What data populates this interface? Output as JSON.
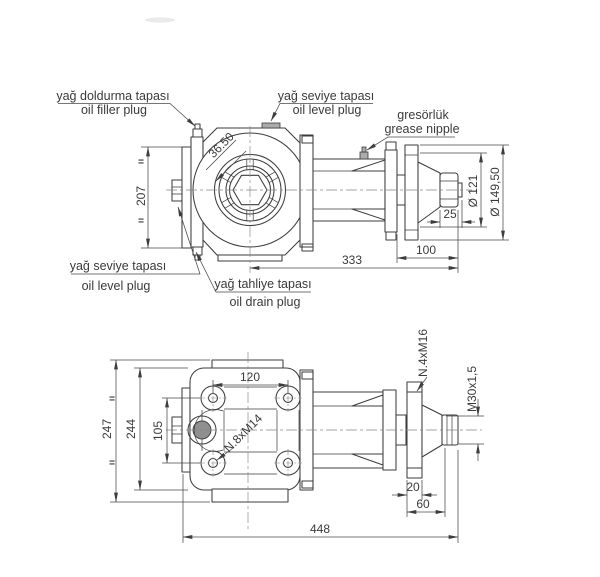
{
  "colors": {
    "line": "#3d3d3d",
    "text": "#3a3a3a",
    "plug_gray": "#ababab"
  },
  "top_view": {
    "labels": {
      "oil_filler_tr": "yağ doldurma tapası",
      "oil_filler_en": "oil filler plug",
      "oil_level_top_tr": "yağ seviye tapası",
      "oil_level_top_en": "oil level plug",
      "grease_tr": "gresörlük",
      "grease_en": "grease nipple",
      "oil_level_left_tr": "yağ seviye tapası",
      "oil_level_left_en": "oil level plug",
      "oil_drain_tr": "yağ tahliye tapası",
      "oil_drain_en": "oil drain plug"
    },
    "dimensions": {
      "overall_height": "207",
      "hex_across_flats": "36.50",
      "pilot_diameter": "Ø 121",
      "flange_diameter": "Ø 149,50",
      "nut_length": "25",
      "shaft_assembly_length": "100",
      "center_to_shaft_end": "333",
      "equal_mark": "="
    }
  },
  "bottom_view": {
    "dimensions": {
      "bolt_spacing_horizontal": "120",
      "bolt_spacing_vertical": "105",
      "body_height": "244",
      "overall_height": "247",
      "body_bolts": "N.8xM14",
      "flange_bolts": "N.4xM16",
      "shaft_thread": "M30x1,5",
      "flange_thickness": "20",
      "shaft_length": "60",
      "overall_length": "448",
      "equal_mark": "="
    }
  }
}
